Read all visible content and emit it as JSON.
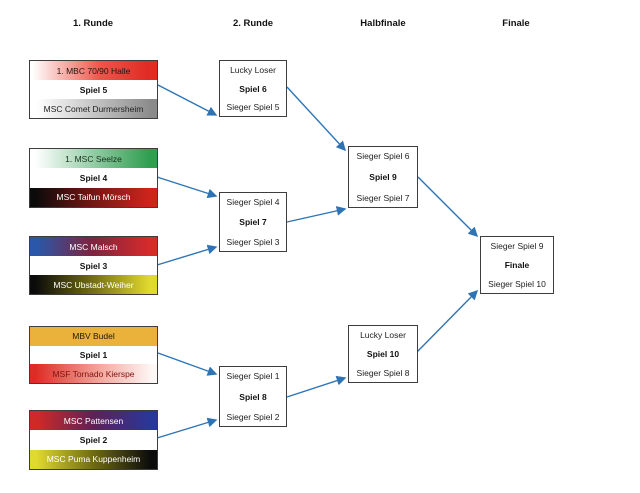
{
  "diagram": {
    "type": "tournament-bracket",
    "arrow_color": "#2e74b5",
    "border_color": "#3d3d3d"
  },
  "headers": {
    "round1": "1. Runde",
    "round2": "2. Runde",
    "semifinal": "Halbfinale",
    "final": "Finale"
  },
  "matches": {
    "spiel5": {
      "top": "1. MBC 70/90 Halle",
      "label": "Spiel 5",
      "bottom": "MSC Comet Durmersheim",
      "top_colors": [
        "#ffffff",
        "#e02c25"
      ],
      "bottom_colors": [
        "#ffffff",
        "#8a8a8a"
      ]
    },
    "spiel4": {
      "top": "1. MSC Seelze",
      "label": "Spiel 4",
      "bottom": "MSC Taifun Mörsch",
      "top_colors": [
        "#ffffff",
        "#2f9e4f"
      ],
      "bottom_colors": [
        "#0b0b0b",
        "#cd241c"
      ]
    },
    "spiel3": {
      "top": "MSC Malsch",
      "label": "Spiel 3",
      "bottom": "MSC Ubstadt-Weiher",
      "top_colors": [
        "#2a57a8",
        "#d62b2b"
      ],
      "bottom_colors": [
        "#0b0b0b",
        "#e0d92e"
      ]
    },
    "spiel1": {
      "top": "MBV Budel",
      "label": "Spiel 1",
      "bottom": "MSF Tornado Kierspe",
      "top_colors": [
        "#eab23a",
        "#eab23a"
      ],
      "bottom_colors": [
        "#dd2b25",
        "#ffffff"
      ]
    },
    "spiel2": {
      "top": "MSC Pattensen",
      "label": "Spiel 2",
      "bottom": "MSC Puma Kuppenheim",
      "top_colors": [
        "#cf2a27",
        "#28379a"
      ],
      "bottom_colors": [
        "#e0d92e",
        "#0b0b0b"
      ]
    },
    "spiel6": {
      "top": "Lucky Loser",
      "label": "Spiel 6",
      "bottom": "Sieger Spiel 5"
    },
    "spiel7": {
      "top": "Sieger Spiel 4",
      "label": "Spiel 7",
      "bottom": "Sieger Spiel 3"
    },
    "spiel8": {
      "top": "Sieger Spiel 1",
      "label": "Spiel 8",
      "bottom": "Sieger Spiel 2"
    },
    "spiel9": {
      "top": "Sieger Spiel 6",
      "label": "Spiel 9",
      "bottom": "Sieger Spiel 7"
    },
    "spiel10": {
      "top": "Lucky Loser",
      "label": "Spiel 10",
      "bottom": "Sieger Spiel 8"
    },
    "finale": {
      "top": "Sieger Spiel 9",
      "label": "Finale",
      "bottom": "Sieger Spiel 10"
    }
  }
}
